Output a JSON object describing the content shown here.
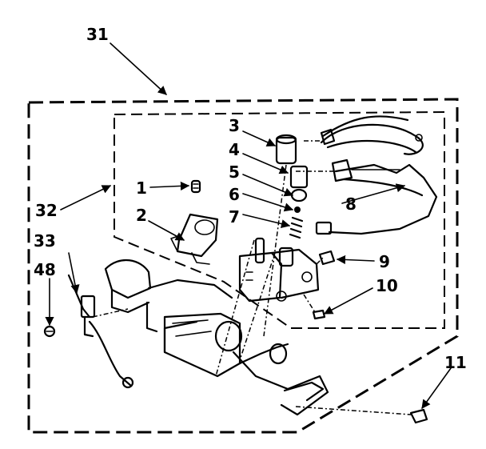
{
  "labels": {
    "l31": "31",
    "l32": "32",
    "l33": "33",
    "l48": "48",
    "l1": "1",
    "l2": "2",
    "l3": "3",
    "l4": "4",
    "l5": "5",
    "l6": "6",
    "l7": "7",
    "l8": "8",
    "l9": "9",
    "l10": "10",
    "l11": "11"
  }
}
